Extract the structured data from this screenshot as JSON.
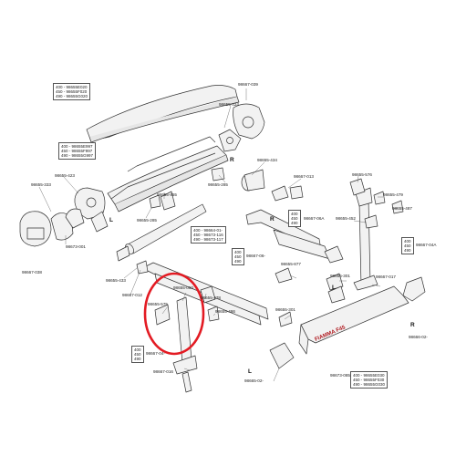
{
  "colors": {
    "highlight": "#e31b23",
    "line": "#333333",
    "part": "#f2f2f2",
    "brand": "#b01c22"
  },
  "labels": {
    "l_98667_039": "98667-039",
    "l_98655_424": "98655-424",
    "l_98655_423": "98655-423",
    "l_98655_333": "98655-333",
    "l_98667_038": "98667-038",
    "l_98673_001": "98673-001",
    "l_98655_455": "98655-455",
    "l_98655_285a": "98655-285",
    "l_98655_285b": "98655-285",
    "l_98655_434": "98655-434",
    "l_98667_013": "98667-013",
    "l_98655_576": "98655-576",
    "l_98655_479": "98655-479",
    "l_98655_487": "98655-487",
    "l_98655_452": "98655-452",
    "l_98655_433": "98655-433",
    "l_98667_012": "98667-012",
    "l_98655_575": "98655-575",
    "l_98655_050": "98655-050",
    "l_98655_478": "98655-478",
    "l_98655_486": "98655-486",
    "l_98655_877": "98655-877",
    "l_98655_301a": "98655-301",
    "l_98655_301b": "98655-301",
    "l_98667_017": "98667-017",
    "l_98666_02": "98666-02-",
    "l_98667_016": "98667-016",
    "l_98665_02": "98665-02-",
    "l_98673_085": "98673-085"
  },
  "boxes": {
    "b1": "400 - 98655E020\n450 - 98655F020\n490 - 98655G020",
    "b2": "400 - 98655E997\n450 - 98655F997\n490 - 98655G997",
    "b3": "400 - 98664-01-\n450 - 98673-116\n490 - 98673-117",
    "b4": "400\n450\n490",
    "b5": "400\n450\n490",
    "b6": "400\n450\n490",
    "b7": "400 - 98655E030\n450 - 98655F030\n490 - 98655G030"
  },
  "box_suffix": {
    "s4": "98667-06A",
    "s5": "98667-06-",
    "s6": "98667-04A",
    "s7": "98667-04-"
  },
  "sides": {
    "s1": "L",
    "s2": "R",
    "s3": "L",
    "s4": "R",
    "s5": "R",
    "s6": "L"
  },
  "brand_text": "FIAMMA F45"
}
